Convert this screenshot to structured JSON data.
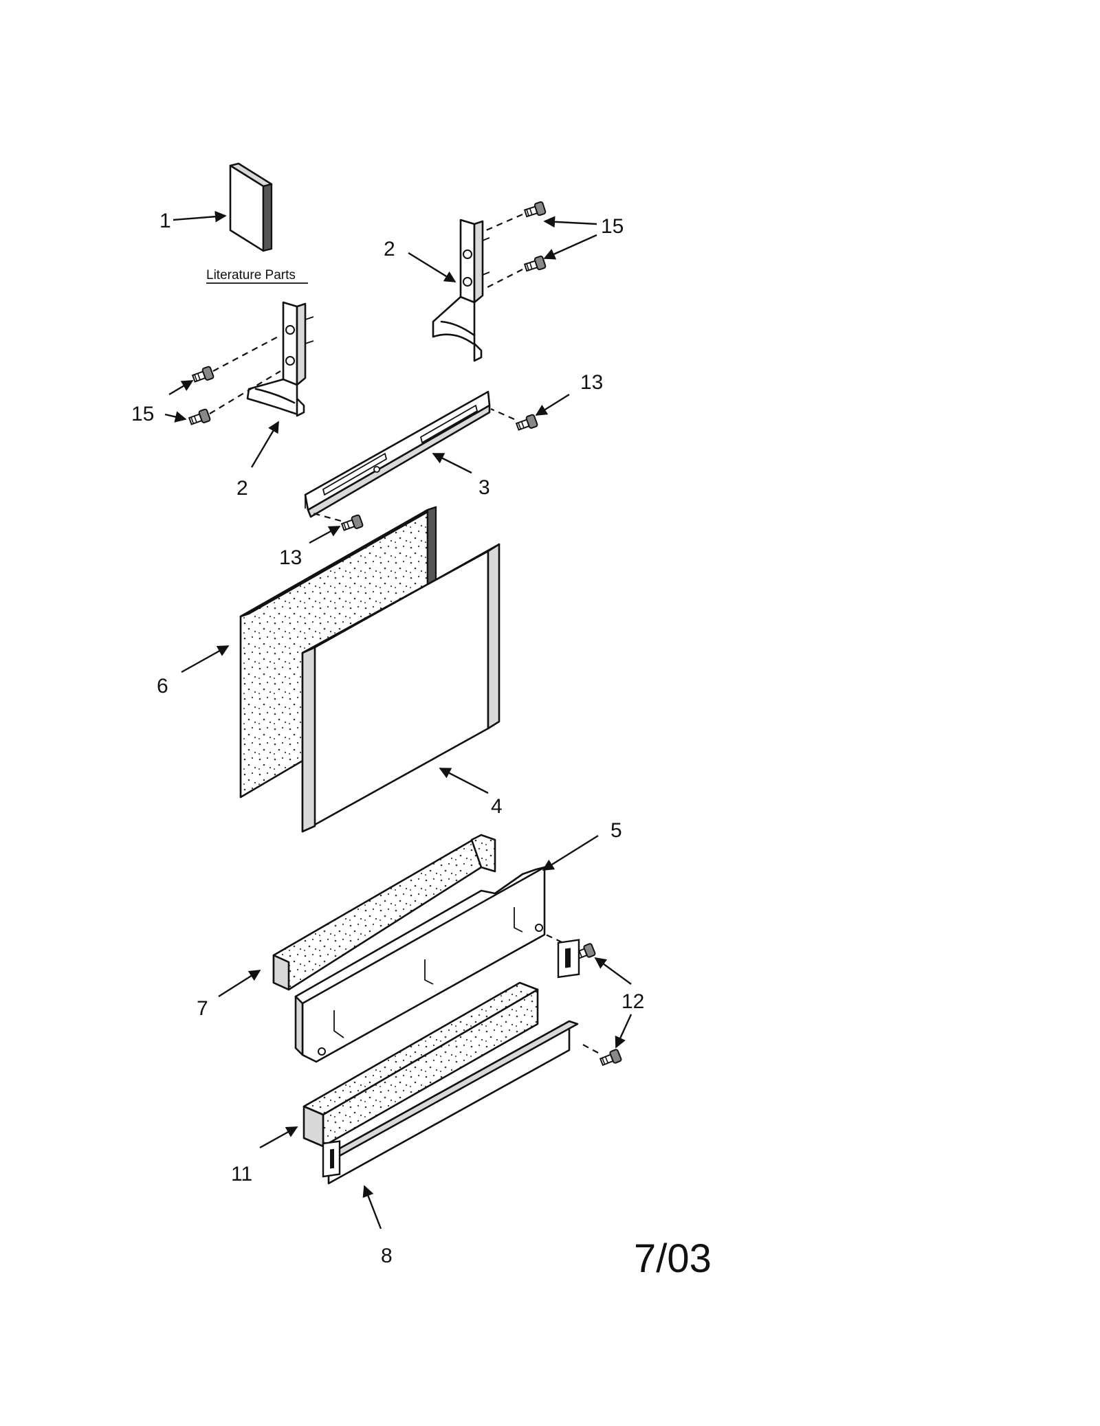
{
  "caption": {
    "literature": "Literature Parts"
  },
  "date_code": "7/03",
  "callouts": {
    "c1": "1",
    "c2_top": "2",
    "c2_left": "2",
    "c3": "3",
    "c4": "4",
    "c5": "5",
    "c6": "6",
    "c7": "7",
    "c8": "8",
    "c11": "11",
    "c12": "12",
    "c13_right": "13",
    "c13_left": "13",
    "c15_right": "15",
    "c15_left": "15"
  }
}
